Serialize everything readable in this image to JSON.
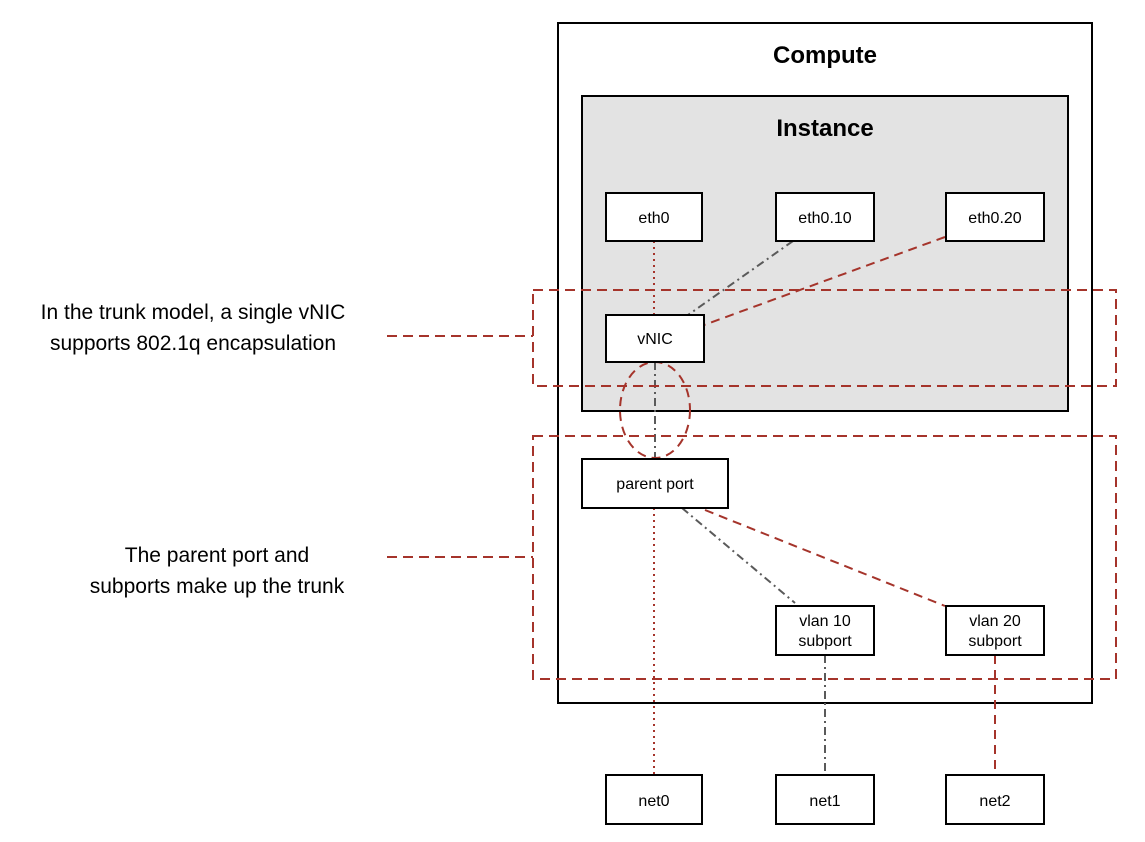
{
  "compute": {
    "title": "Compute"
  },
  "instance": {
    "title": "Instance"
  },
  "interfaces": {
    "eth0": "eth0",
    "eth0_10": "eth0.10",
    "eth0_20": "eth0.20"
  },
  "vnic": {
    "label": "vNIC"
  },
  "parent_port": {
    "label": "parent port"
  },
  "subports": {
    "vlan10": {
      "line1": "vlan 10",
      "line2": "subport"
    },
    "vlan20": {
      "line1": "vlan 20",
      "line2": "subport"
    }
  },
  "networks": {
    "net0": "net0",
    "net1": "net1",
    "net2": "net2"
  },
  "annotations": {
    "trunk_model": {
      "line1": "In the trunk model, a single vNIC",
      "line2": "supports 802.1q encapsulation"
    },
    "trunk_members": {
      "line1": "The parent port and",
      "line2": "subports make up the trunk"
    }
  },
  "colors": {
    "red": "#a5342b",
    "gray": "#5a5a5a",
    "instance_fill": "#e3e3e3",
    "border": "#000000"
  }
}
